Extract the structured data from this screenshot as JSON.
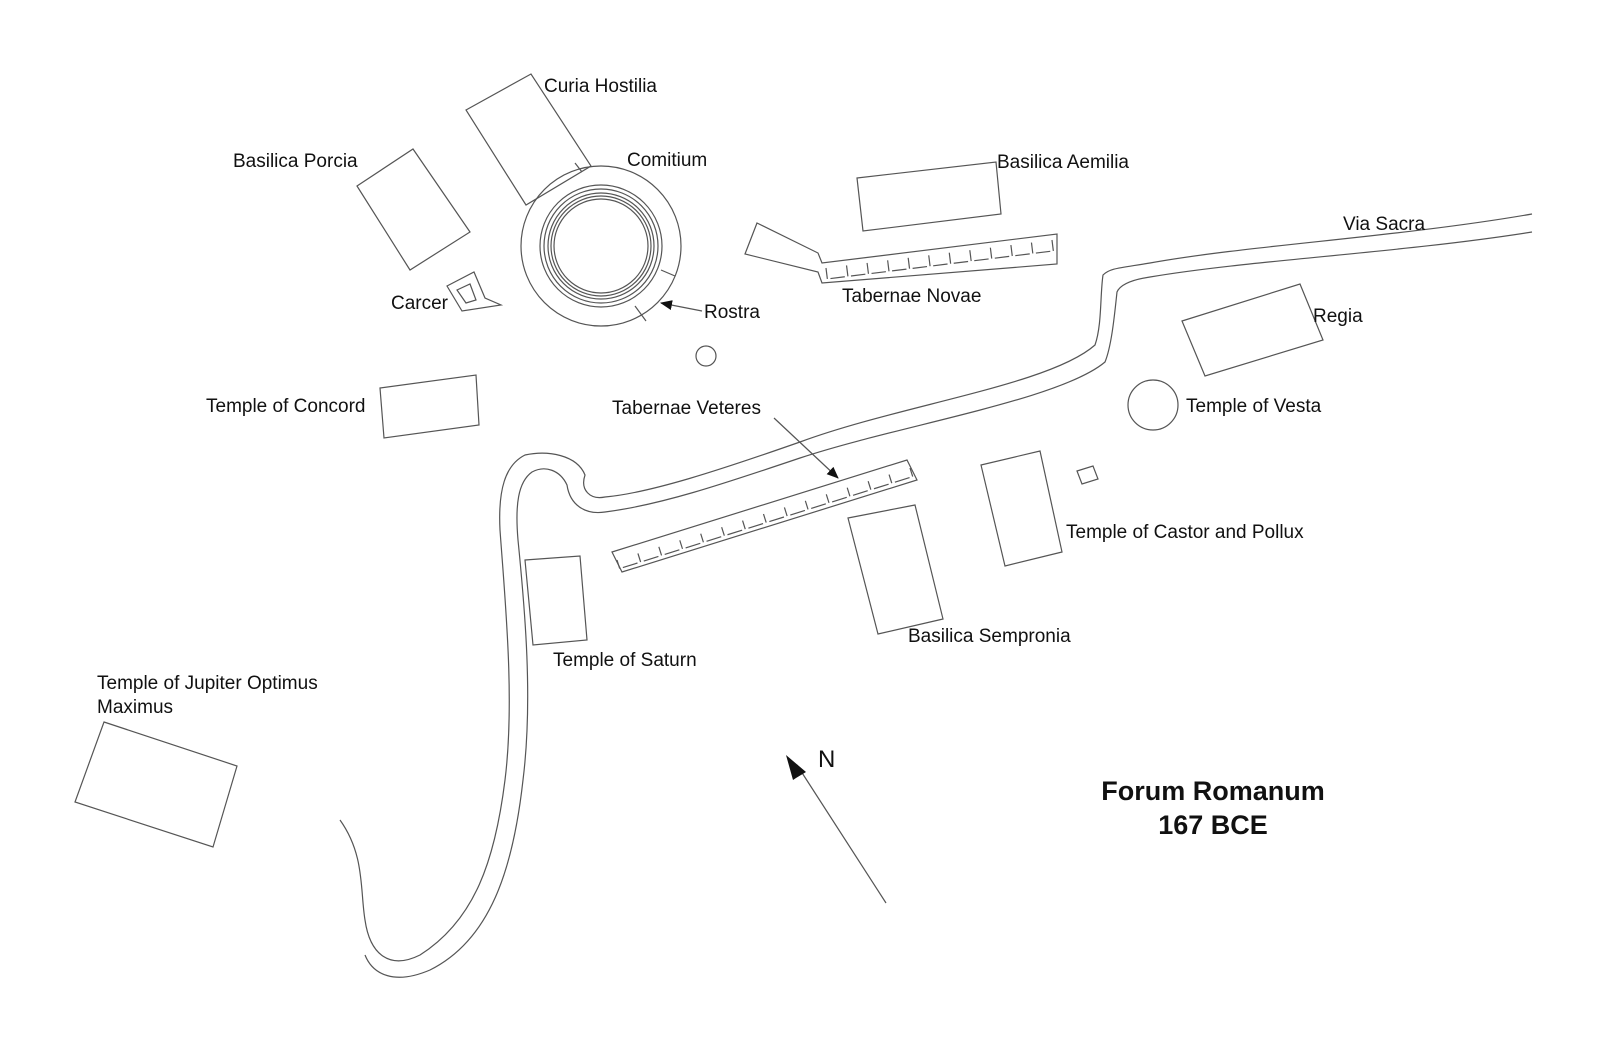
{
  "map": {
    "title_line1": "Forum Romanum",
    "title_line2": "167 BCE",
    "north_label": "N",
    "line_color": "#555555",
    "text_color": "#111111",
    "labels": {
      "curia_hostilia": "Curia Hostilia",
      "basilica_porcia": "Basilica Porcia",
      "comitium": "Comitium",
      "basilica_aemilia": "Basilica Aemilia",
      "via_sacra": "Via Sacra",
      "carcer": "Carcer",
      "rostra": "Rostra",
      "tabernae_novae": "Tabernae Novae",
      "regia": "Regia",
      "temple_of_concord": "Temple of Concord",
      "tabernae_veteres": "Tabernae Veteres",
      "temple_of_vesta": "Temple of Vesta",
      "temple_of_castor_and_pollux": "Temple of Castor and Pollux",
      "temple_of_saturn": "Temple of Saturn",
      "basilica_sempronia": "Basilica Sempronia",
      "temple_of_jupiter_line1": "Temple of Jupiter Optimus",
      "temple_of_jupiter_line2": "Maximus"
    }
  }
}
